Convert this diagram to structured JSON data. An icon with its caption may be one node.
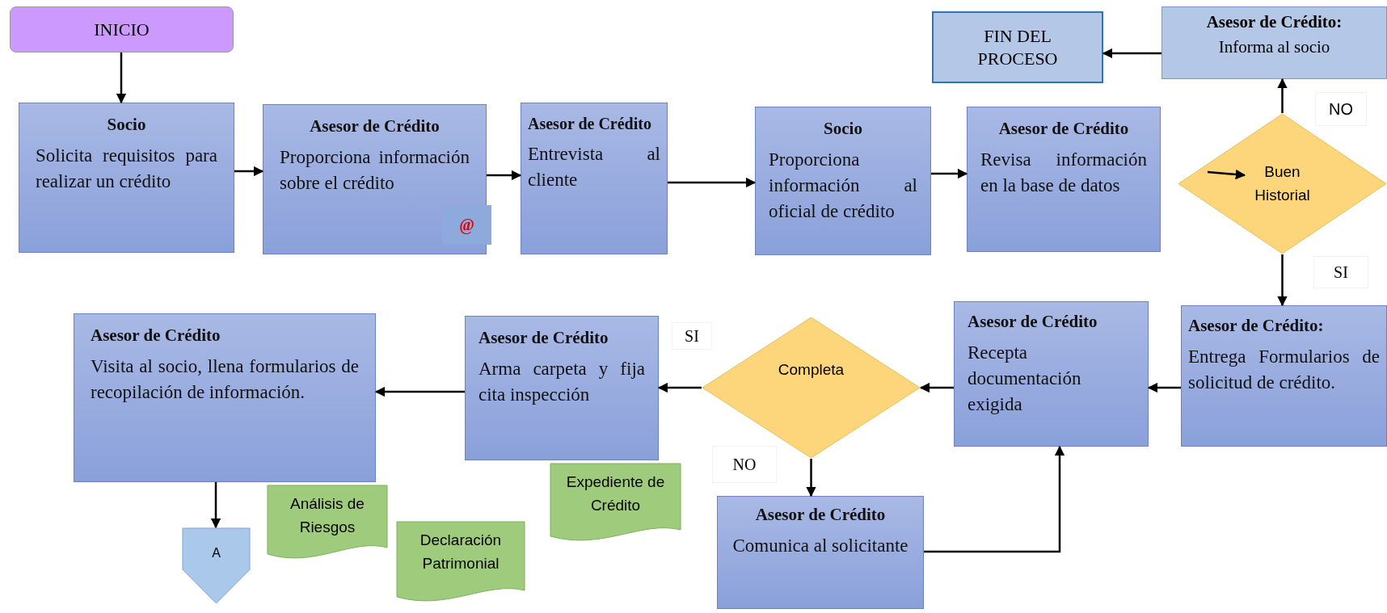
{
  "diagram": {
    "nodes": [
      {
        "text": [
          "INICIO"
        ]
      },
      {
        "text": [
          "Socio",
          "Solicita requisitos para realizar un crédito"
        ]
      },
      {
        "text": [
          "Asesor de Crédito",
          "Proporciona información sobre el crédito"
        ]
      },
      {
        "text": [
          "Asesor de Crédito",
          "Entrevista al cliente"
        ]
      },
      {
        "text": [
          "Socio",
          "Proporciona información al oficial de crédito"
        ]
      },
      {
        "text": [
          "Asesor de Crédito",
          "Revisa información en la base de datos"
        ]
      },
      {
        "text": [
          "Buen Historial"
        ]
      },
      {
        "text": [
          "Asesor de Crédito:",
          "Informa al socio"
        ]
      },
      {
        "text": [
          "FIN DEL PROCESO"
        ]
      },
      {
        "text": [
          "Asesor de Crédito:",
          "Entrega Formularios de solicitud de crédito."
        ]
      },
      {
        "text": [
          "Asesor de Crédito",
          "Recepta documentación exigida"
        ]
      },
      {
        "text": [
          "Completa"
        ]
      },
      {
        "text": [
          "Asesor de Crédito",
          "Comunica al solicitante"
        ]
      },
      {
        "text": [
          "Asesor de Crédito",
          "Arma carpeta y fija cita inspección"
        ]
      },
      {
        "text": [
          "Expediente de Crédito"
        ]
      },
      {
        "text": [
          "Asesor de Crédito",
          "Visita al socio, llena formularios de recopilación de información."
        ]
      },
      {
        "text": [
          "Análisis de Riesgos"
        ]
      },
      {
        "text": [
          "Declaración Patrimonial"
        ]
      },
      {
        "text": [
          "A"
        ]
      }
    ],
    "edges": [
      {
        "from": 0,
        "to": 1,
        "arrow": "to"
      },
      {
        "from": 1,
        "to": 2,
        "arrow": "to"
      },
      {
        "from": 2,
        "to": 3,
        "arrow": "to"
      },
      {
        "from": 3,
        "to": 4,
        "arrow": "to"
      },
      {
        "from": 4,
        "to": 5,
        "arrow": "to"
      },
      {
        "from": null,
        "to": 6,
        "arrow": "to"
      },
      {
        "from": 6,
        "to": 7,
        "arrow": "to",
        "label": "NO"
      },
      {
        "from": 7,
        "to": 8,
        "arrow": "to"
      },
      {
        "from": 6,
        "to": 9,
        "arrow": "to",
        "label": "SI"
      },
      {
        "from": 9,
        "to": 10,
        "arrow": "to"
      },
      {
        "from": 10,
        "to": 11,
        "arrow": "to"
      },
      {
        "from": 11,
        "to": 13,
        "arrow": "to",
        "label": "SI"
      },
      {
        "from": 11,
        "to": 12,
        "arrow": "to",
        "label": "NO"
      },
      {
        "from": 12,
        "to": 10,
        "arrow": "to"
      },
      {
        "from": 13,
        "to": 15,
        "arrow": "to"
      },
      {
        "from": 15,
        "to": 18,
        "arrow": "to"
      }
    ],
    "labels": [
      "@"
    ]
  }
}
